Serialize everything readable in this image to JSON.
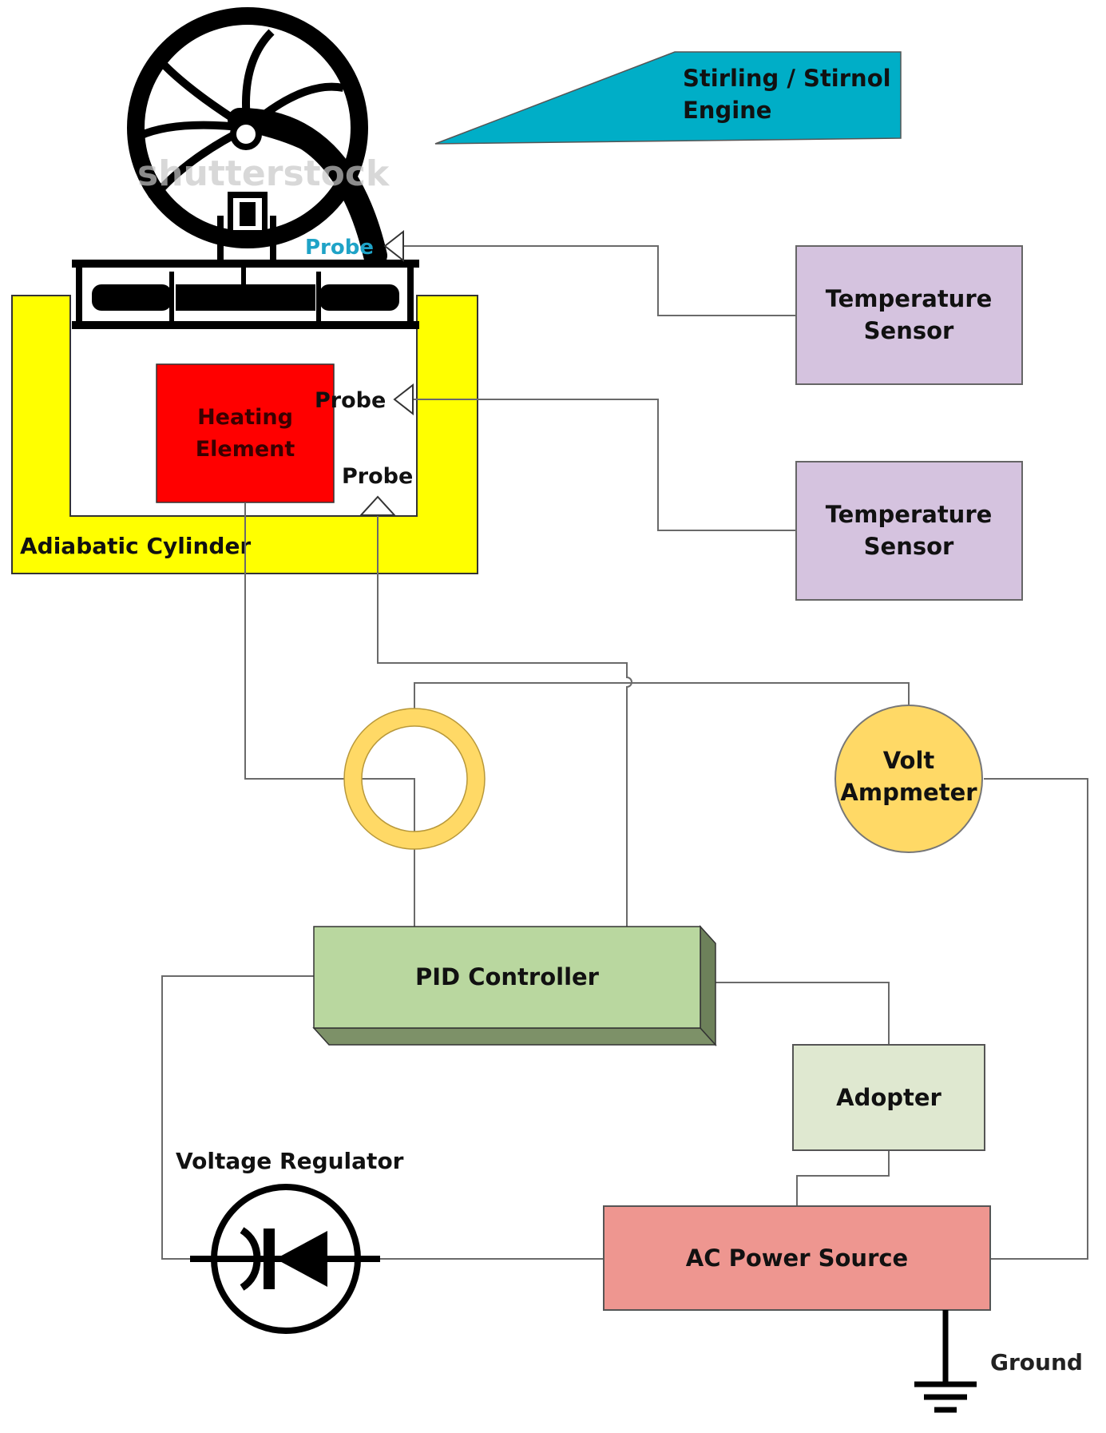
{
  "colors": {
    "engine_banner": "#00aec7",
    "adiabatic_cylinder": "#ffff00",
    "heating_element": "#ff0000",
    "temperature_sensor": "#d5c3df",
    "meter": "#ffd966",
    "pid_controller": "#b9d79f",
    "pid_side": "#6d815a",
    "adopter": "#dfe8d0",
    "ac_power_source": "#ee9690",
    "wire": "#6a6a6a",
    "probe_top_label": "#1fa3c7"
  },
  "labels": {
    "engine_line1": "Stirling / Stirnol",
    "engine_line2": "Engine",
    "watermark": "shutterstock",
    "probe_top": "Probe",
    "probe_middle": "Probe",
    "probe_bottom": "Probe",
    "heating_line1": "Heating",
    "heating_line2": "Element",
    "adiabatic_cylinder": "Adiabatic Cylinder",
    "temp_sensor_1_line1": "Temperature",
    "temp_sensor_1_line2": "Sensor",
    "temp_sensor_2_line1": "Temperature",
    "temp_sensor_2_line2": "Sensor",
    "volt_line1": "Volt",
    "volt_line2": "Ampmeter",
    "pid_controller": "PID Controller",
    "adopter": "Adopter",
    "voltage_regulator": "Voltage Regulator",
    "ac_power_source": "AC Power Source",
    "ground": "Ground"
  },
  "icons": [
    "flywheel-icon",
    "probe-arrow-icon",
    "current-transformer-ring-icon",
    "zener-diode-icon",
    "ground-icon"
  ]
}
